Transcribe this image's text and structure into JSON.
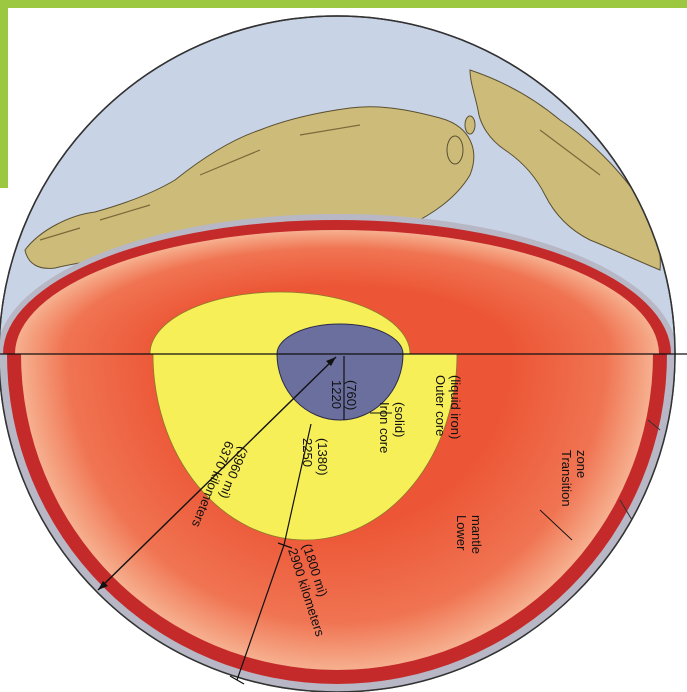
{
  "colors": {
    "frame": "#9cc740",
    "background": "#ffffff",
    "ocean": "#c9d3e6",
    "land": "#cdbb7a",
    "crust": "#b7b7c5",
    "upper_mantle": "#c42a2a",
    "lower_mantle": "#ec5636",
    "mantle_glow": "#f6b08f",
    "outer_core": "#f7ef57",
    "inner_core": "#6a6f9e"
  },
  "labels": {
    "outer_core": [
      "Outer core",
      "(liquid iron)"
    ],
    "iron_core": [
      "Iron core",
      "(solid)"
    ],
    "inner_radius": [
      "1220",
      "(760)"
    ],
    "core_thickness": [
      "2250",
      "(1380)"
    ],
    "earth_radius": [
      "6370 kilometers",
      "(3960 mi)"
    ],
    "mantle_thickness": [
      "2900 kilometers",
      "(1800 mi)"
    ],
    "lower_mantle": [
      "Lower",
      "mantle"
    ],
    "transition_zone": [
      "Transition",
      "zone"
    ]
  }
}
